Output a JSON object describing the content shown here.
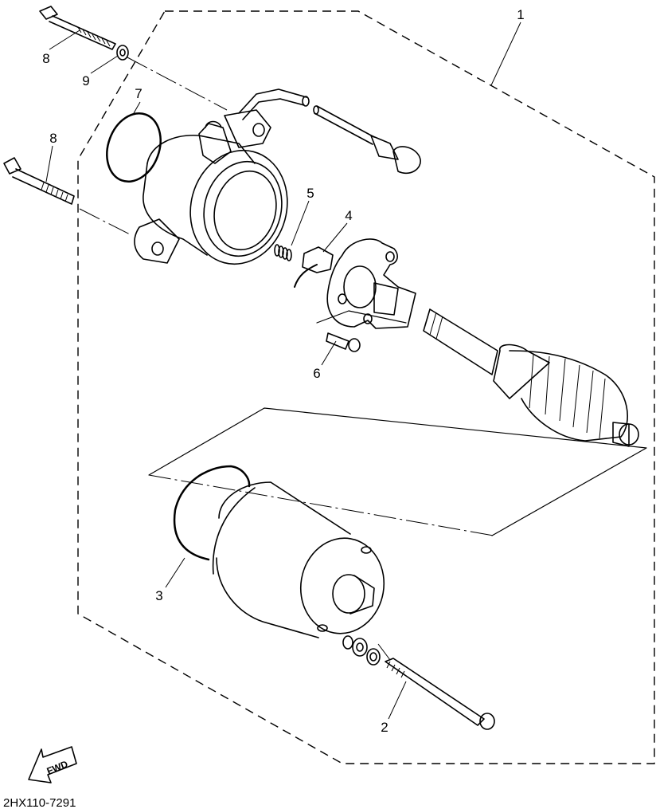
{
  "callouts": {
    "c1": "1",
    "c2": "2",
    "c3": "3",
    "c4": "4",
    "c5": "5",
    "c6": "6",
    "c7": "7",
    "c8a": "8",
    "c8b": "8",
    "c9": "9"
  },
  "fwd_label": "FWD",
  "diagram_code": "2HX110-7291",
  "icons": {
    "fwd": "fwd-arrow-icon"
  }
}
